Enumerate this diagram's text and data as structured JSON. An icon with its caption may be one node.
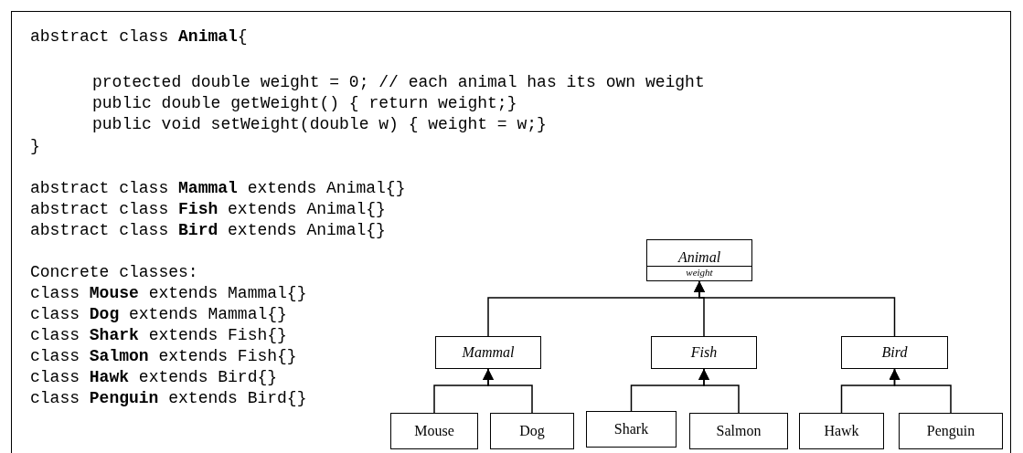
{
  "diagram": {
    "nodes": [
      {
        "text": [
          "Animal",
          "weight"
        ]
      },
      {
        "text": [
          "Mammal"
        ]
      },
      {
        "text": [
          "Fish"
        ]
      },
      {
        "text": [
          "Bird"
        ]
      },
      {
        "text": [
          "Mouse"
        ]
      },
      {
        "text": [
          "Dog"
        ]
      },
      {
        "text": [
          "Shark"
        ]
      },
      {
        "text": [
          "Salmon"
        ]
      },
      {
        "text": [
          "Hawk"
        ]
      },
      {
        "text": [
          "Penguin"
        ]
      }
    ],
    "edges": [
      {
        "from": 1,
        "to": 0,
        "arrow": "to"
      },
      {
        "from": 2,
        "to": 0,
        "arrow": "to"
      },
      {
        "from": 3,
        "to": 0,
        "arrow": "to"
      },
      {
        "from": 4,
        "to": 1,
        "arrow": "to"
      },
      {
        "from": 5,
        "to": 1,
        "arrow": "to"
      },
      {
        "from": 6,
        "to": 2,
        "arrow": "to"
      },
      {
        "from": 7,
        "to": 2,
        "arrow": "to"
      },
      {
        "from": 8,
        "to": 3,
        "arrow": "to"
      },
      {
        "from": 9,
        "to": 3,
        "arrow": "to"
      }
    ],
    "labels": [
      "abstract class **Animal**{",
      "protected double weight = 0; // each animal has its own weight",
      "public double getWeight() { return weight;}",
      "public void setWeight(double w) { weight = w;}",
      "}",
      "abstract class **Mammal** extends Animal{}",
      "abstract class **Fish** extends Animal{}",
      "abstract class **Bird** extends Animal{}",
      "Concrete classes:",
      "class **Mouse** extends Mammal{}",
      "class **Dog** extends Mammal{}",
      "class **Shark** extends Fish{}",
      "class **Salmon** extends Fish{}",
      "class **Hawk** extends Bird{}",
      "class **Penguin** extends Bird{}"
    ]
  }
}
